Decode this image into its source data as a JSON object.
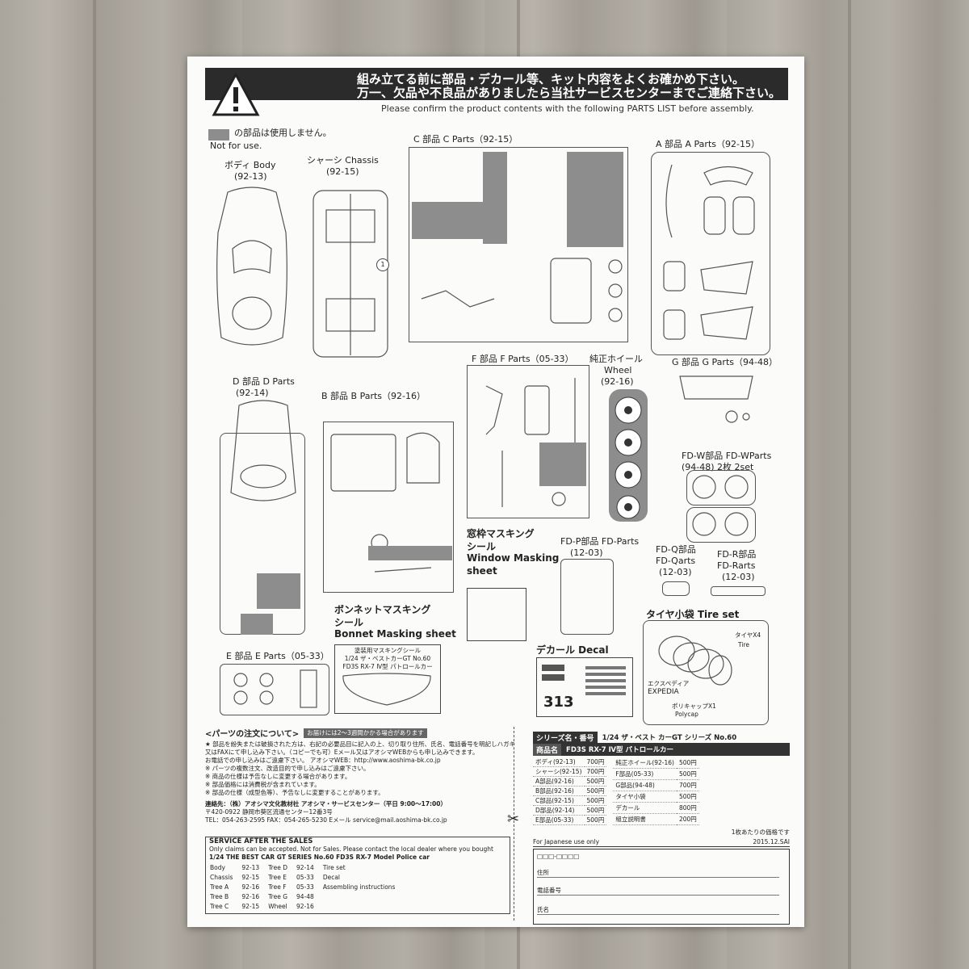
{
  "header": {
    "warning_jp_1": "組み立てる前に部品・デカール等、キット内容をよくお確かめ下さい。",
    "warning_jp_2": "万一、欠品や不良品がありましたら当社サービスセンターまでご連絡下さい。",
    "warning_en": "Please confirm the product contents with the following PARTS LIST before assembly."
  },
  "legend": {
    "jp": "の部品は使用しません。",
    "en": "Not for use."
  },
  "parts": {
    "body": {
      "jp": "ボディ Body",
      "code": "(92-13)"
    },
    "chassis": {
      "jp": "シャーシ Chassis",
      "code": "(92-15)"
    },
    "c": {
      "label": "C 部品 C Parts（92-15）"
    },
    "a": {
      "label": "A 部品 A Parts（92-15）"
    },
    "d": {
      "label": "D 部品 D Parts",
      "code": "(92-14)"
    },
    "b": {
      "label": "B 部品 B Parts（92-16）"
    },
    "f": {
      "label": "F 部品 F Parts（05-33）"
    },
    "wheel": {
      "jp": "純正ホイール",
      "en": "Wheel",
      "code": "(92-16)"
    },
    "g": {
      "label": "G 部品 G Parts（94-48）"
    },
    "fdw": {
      "label": "FD-W部品 FD-WParts",
      "code": "(94-48) 2枚 2set"
    },
    "window": {
      "jp1": "窓枠マスキング",
      "jp2": "シール",
      "en1": "Window Masking",
      "en2": "sheet"
    },
    "fdp": {
      "label": "FD-P部品 FD-Parts",
      "code": "(12-03)"
    },
    "fdq": {
      "label1": "FD-Q部品",
      "label2": "FD-Qarts",
      "code": "(12-03)"
    },
    "fdr": {
      "label1": "FD-R部品",
      "label2": "FD-Rarts",
      "code": "(12-03)"
    },
    "bonnet": {
      "jp1": "ボンネットマスキング",
      "jp2": "シール",
      "en": "Bonnet Masking sheet",
      "sheet_title1": "塗装用マスキングシール",
      "sheet_title2": "1/24 ザ・ベストカーGT No.60",
      "sheet_title3": "FD3S RX-7 Ⅳ型 パトロールカー"
    },
    "e": {
      "label": "E 部品 E Parts（05-33）"
    },
    "decal": {
      "label": "デカール Decal",
      "number": "313"
    },
    "tire": {
      "label": "タイヤ小袋 Tire set",
      "tire_jp": "タイヤX4",
      "tire_en": "Tire",
      "brand_jp": "エクスペディア",
      "brand_en": "EXPEDIA",
      "cap_jp": "ポリキャップX1",
      "cap_en": "Polycap"
    }
  },
  "order": {
    "title": "<パーツの注文について>",
    "note_tag": "お届けには2～3週間かかる場合があります",
    "lines": [
      "★ 部品を紛失または破損された方は、右記の必要品目に記入の上、切り取り住所、氏名、電話番号を明記しハガキ",
      "又はFAXにて申し込み下さい。（コピーでも可）Eメール又はアオシマWEBからも申し込みできます。",
      "お電話での申し込みはご遠慮下さい。 アオシマWEB：http://www.aoshima-bk.co.jp",
      "※ パーツの複数注文、改造目的で申し込みはご遠慮下さい。",
      "※ 商品の仕様は予告なしに変更する場合があります。",
      "※ 部品価格には消費税が含まれています。",
      "※ 部品の仕様（成型色等）、予告なしに変更することがあります。"
    ],
    "contact_1": "連絡先：（株）アオシマ文化教材社 アオシマ・サービスセンター（平日 9:00～17:00）",
    "contact_2": "〒420-0922 静岡市葵区流通センター12番3号",
    "contact_3": "TEL：054-263-2595 FAX：054-265-5230 Eメール service@mail.aoshima-bk.co.jp"
  },
  "service": {
    "title": "SERVICE AFTER THE SALES",
    "line1": "Only claims can be accepted. Not for Sales. Please contact the local dealer where you bought",
    "line2": "1/24 THE BEST CAR GT SERIES No.60 FD3S RX-7 Model Police car",
    "rows": [
      [
        "Body",
        "92-13",
        "Tree D",
        "92-14",
        "Tire set"
      ],
      [
        "Chassis",
        "92-15",
        "Tree E",
        "05-33",
        "Decal"
      ],
      [
        "Tree A",
        "92-16",
        "Tree F",
        "05-33",
        "Assembling instructions"
      ],
      [
        "Tree B",
        "92-16",
        "Tree G",
        "94-48",
        ""
      ],
      [
        "Tree C",
        "92-15",
        "Wheel",
        "92-16",
        ""
      ]
    ]
  },
  "pricelist": {
    "series_label": "シリーズ名・番号",
    "series": "1/24 ザ・ベスト カーGT シリーズ No.60",
    "product_label": "商品名",
    "product": "FD3S RX-7 Ⅳ型 パトロールカー",
    "left": [
      [
        "ボディ(92-13)",
        "700円"
      ],
      [
        "シャーシ(92-15)",
        "700円"
      ],
      [
        "A部品(92-16)",
        "500円"
      ],
      [
        "B部品(92-16)",
        "500円"
      ],
      [
        "C部品(92-15)",
        "500円"
      ],
      [
        "D部品(92-14)",
        "500円"
      ],
      [
        "E部品(05-33)",
        "500円"
      ]
    ],
    "right": [
      [
        "純正ホイール(92-16)",
        "500円"
      ],
      [
        "F部品(05-33)",
        "500円"
      ],
      [
        "G部品(94-48)",
        "700円"
      ],
      [
        "タイヤ小袋",
        "500円"
      ],
      [
        "デカール",
        "800円"
      ],
      [
        "組立説明書",
        "200円"
      ]
    ],
    "note": "1枚あたりの価格です",
    "japan_only": "For Japanese use only",
    "date": "2015.12.SAI",
    "form": [
      "住所",
      "電話番号",
      "氏名"
    ]
  }
}
